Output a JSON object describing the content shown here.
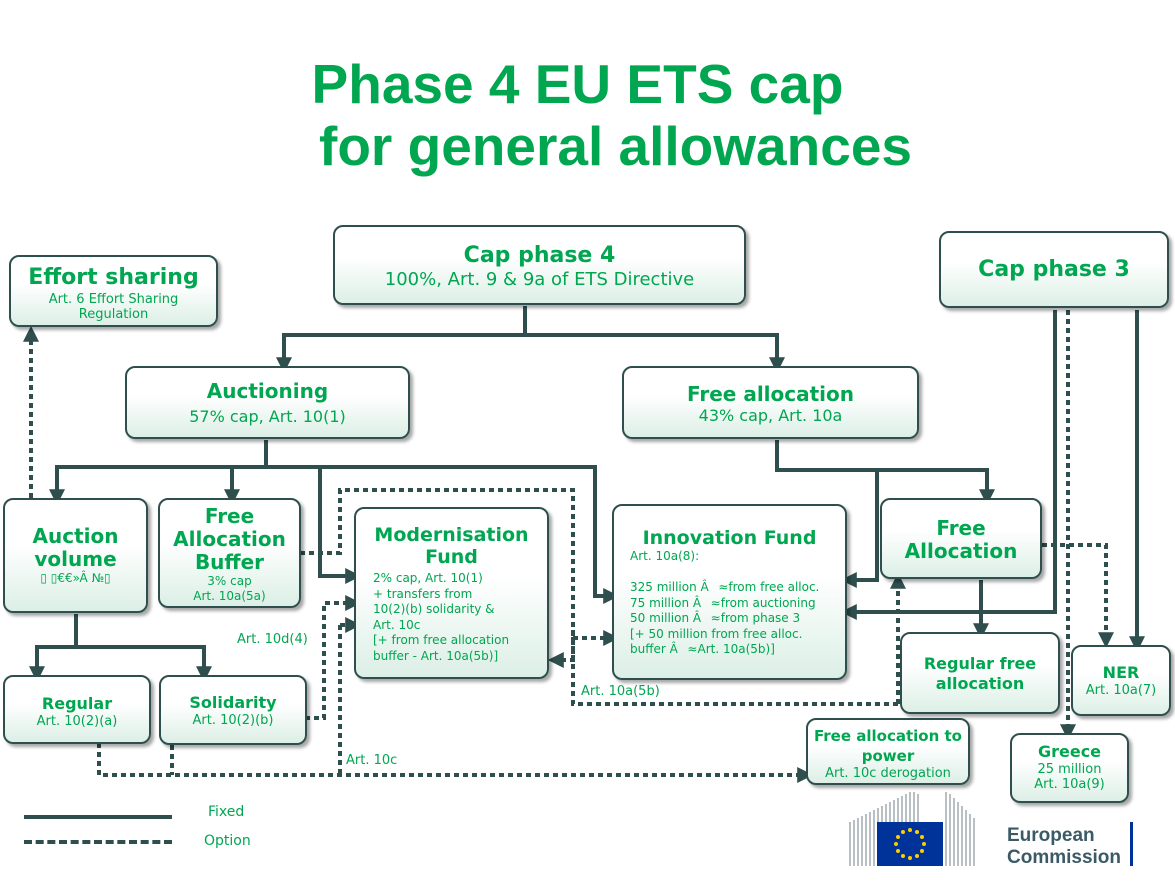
{
  "title": {
    "line1": "Phase 4 EU ETS cap",
    "line2": "for general allowances"
  },
  "boxes": {
    "effort_sharing": {
      "title": "Effort sharing",
      "sub": "Art. 6 Effort Sharing Regulation"
    },
    "cap_phase4": {
      "title": "Cap phase 4",
      "sub": "100%, Art. 9 & 9a of ETS Directive"
    },
    "cap_phase3": {
      "title": "Cap phase 3"
    },
    "auctioning": {
      "title": "Auctioning",
      "sub": "57% cap, Art. 10(1)"
    },
    "free_allocation_top": {
      "title": "Free allocation",
      "sub": "43% cap, Art. 10a"
    },
    "auction_volume": {
      "title": "Auction volume",
      "sub": "▯ ▯€€»Â №▯"
    },
    "free_allocation_buffer": {
      "title": "Free Allocation Buffer",
      "sub1": "3% cap",
      "sub2": "Art. 10a(5a)"
    },
    "modernisation_fund": {
      "title": "Modernisation Fund",
      "lines": [
        "2% cap, Art. 10(1)",
        "+ transfers from",
        "10(2)(b) solidarity &",
        "Art. 10c",
        "[+ from free allocation",
        "buffer - Art. 10a(5b)]"
      ]
    },
    "innovation_fund": {
      "title": "Innovation Fund",
      "lines": [
        "Art. 10a(8):",
        "",
        "325 million Â≈from free alloc.",
        "75 million Â≈from auctioning",
        "50 million Â≈from phase 3",
        "[+ 50 million from free alloc.",
        "buffer Â≈Art. 10a(5b)]"
      ]
    },
    "free_allocation_mid": {
      "title": "Free Allocation"
    },
    "regular": {
      "title": "Regular",
      "sub": "Art. 10(2)(a)"
    },
    "solidarity": {
      "title": "Solidarity",
      "sub": "Art. 10(2)(b)"
    },
    "regular_free_allocation": {
      "title": "Regular free allocation"
    },
    "ner": {
      "title": "NER",
      "sub": "Art. 10a(7)"
    },
    "free_allocation_power": {
      "title": "Free allocation to power",
      "sub": "Art. 10c derogation"
    },
    "greece": {
      "title": "Greece",
      "sub1": "25 million",
      "sub2": "Art. 10a(9)"
    }
  },
  "labels": {
    "art_10d4": "Art. 10d(4)",
    "art_10a5b": "Art. 10a(5b)",
    "art_10c": "Art. 10c"
  },
  "legend": {
    "fixed": "Fixed",
    "option": "Option"
  },
  "logo": {
    "line1": "European",
    "line2": "Commission"
  },
  "colors": {
    "accent_green": "#00a650",
    "line_dark": "#2f4f4f",
    "eu_blue": "#003399",
    "eu_yellow": "#ffcc00"
  }
}
